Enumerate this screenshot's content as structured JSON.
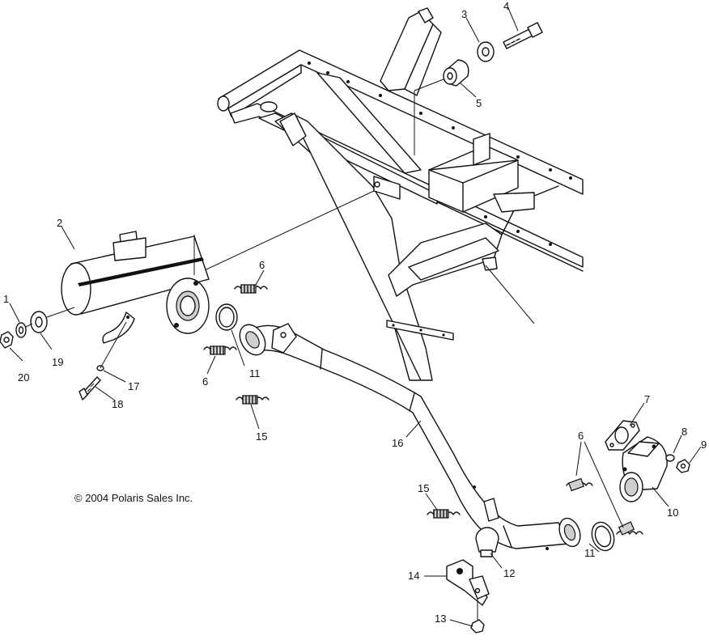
{
  "copyright": "© 2004 Polaris Sales Inc.",
  "callouts": {
    "c1": "1",
    "c2": "2",
    "c3": "3",
    "c4": "4",
    "c5": "5",
    "c6a": "6",
    "c6b": "6",
    "c6c": "6",
    "c7": "7",
    "c8": "8",
    "c9": "9",
    "c10": "10",
    "c11a": "11",
    "c11b": "11",
    "c12": "12",
    "c13": "13",
    "c14": "14",
    "c15a": "15",
    "c15b": "15",
    "c16": "16",
    "c17": "17",
    "c18": "18",
    "c19": "19",
    "c20": "20"
  }
}
